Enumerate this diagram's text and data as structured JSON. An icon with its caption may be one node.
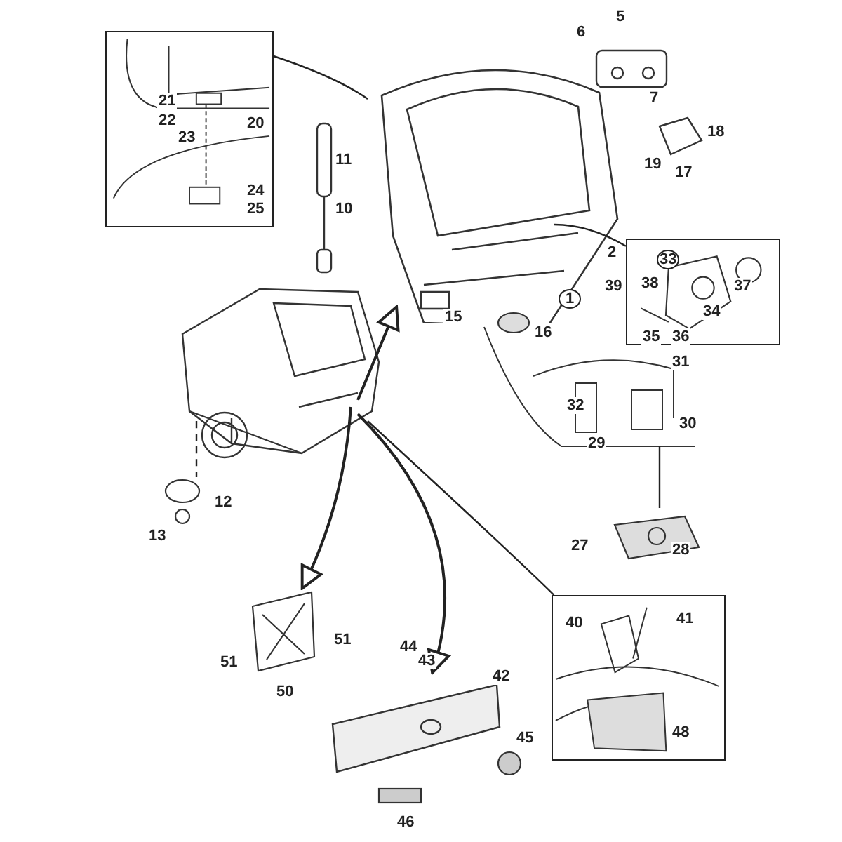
{
  "diagram": {
    "nodes": [
      {
        "text": [],
        "shape": "picture"
      },
      {
        "text": [],
        "shape": "picture"
      },
      {
        "text": [],
        "shape": "box"
      },
      {
        "text": [],
        "shape": "box"
      },
      {
        "text": [],
        "shape": "box"
      },
      {
        "text": [],
        "shape": "picture"
      },
      {
        "text": [],
        "shape": "picture"
      },
      {
        "text": [],
        "shape": "picture"
      },
      {
        "text": [],
        "shape": "picture"
      },
      {
        "text": [],
        "shape": "circle"
      }
    ],
    "edges": [
      {
        "from": 0,
        "to": 1,
        "arrow": "to"
      },
      {
        "from": 0,
        "to": 5,
        "arrow": "to"
      },
      {
        "from": 0,
        "to": 6,
        "arrow": "to"
      },
      {
        "from": 0,
        "to": 4,
        "arrow": "none"
      },
      {
        "from": 2,
        "to": 1,
        "arrow": "none"
      },
      {
        "from": 1,
        "to": 3,
        "arrow": "none"
      },
      {
        "from": 7,
        "to": 8,
        "arrow": "none"
      },
      {
        "from": 0,
        "to": 9,
        "arrow": "none",
        "style": "dashed"
      }
    ],
    "labels": [
      "6",
      "5",
      "7",
      "18",
      "19",
      "17",
      "21",
      "22",
      "23",
      "20",
      "24",
      "25",
      "11",
      "10",
      "2",
      "33",
      "39",
      "38",
      "37",
      "34",
      "15",
      "1",
      "16",
      "35",
      "36",
      "31",
      "32",
      "30",
      "29",
      "12",
      "13",
      "27",
      "28",
      "40",
      "41",
      "51",
      "51",
      "44",
      "43",
      "42",
      "50",
      "45",
      "48",
      "46"
    ]
  }
}
